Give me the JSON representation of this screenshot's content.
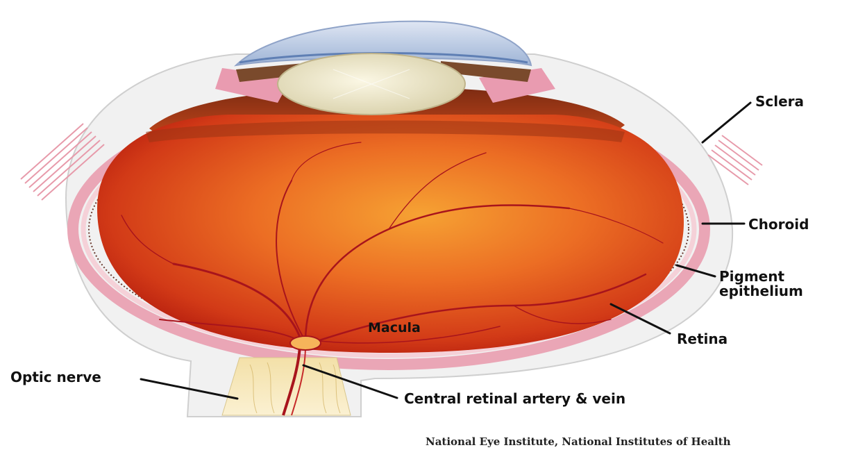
{
  "labels": {
    "sclera": "Sclera",
    "choroid": "Choroid",
    "pigment_line1": "Pigment",
    "pigment_line2": "epithelium",
    "retina": "Retina",
    "macula": "Macula",
    "optic_nerve": "Optic nerve",
    "central_retinal": "Central retinal artery & vein"
  },
  "credit": "National Eye Institute, National Institutes of Health",
  "colors": {
    "background": "#ffffff",
    "globe_fill": "#e0521f",
    "sclera_band": "#e9a9b8",
    "vessel": "#a8141c",
    "lens": "#efe8c8",
    "cornea": "#b6c9e3"
  }
}
